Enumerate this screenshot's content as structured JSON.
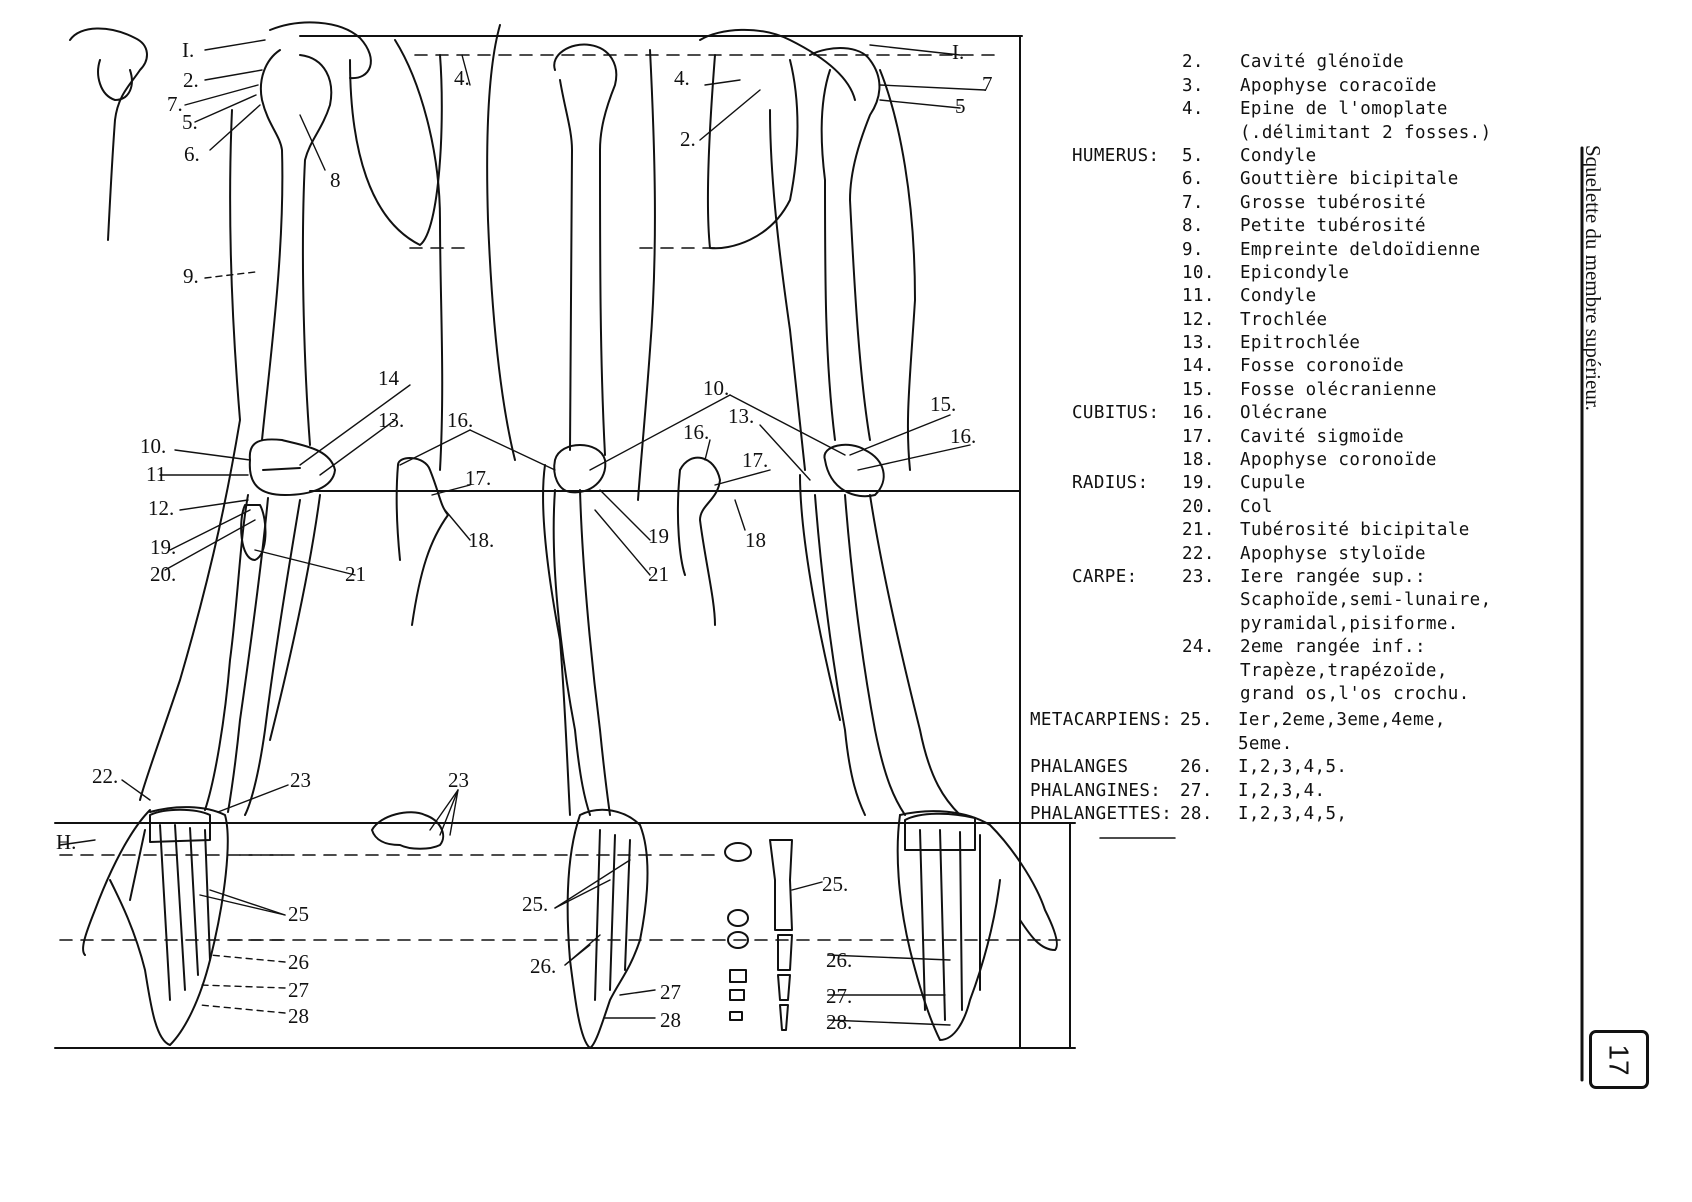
{
  "title": "Squelette du membre supérieur.",
  "page_number": "17",
  "legend": {
    "truncated_first_line": "",
    "rows": [
      {
        "category": "",
        "num": "2.",
        "text": "Cavité glénoïde"
      },
      {
        "category": "",
        "num": "3.",
        "text": "Apophyse coracoïde"
      },
      {
        "category": "",
        "num": "4.",
        "text": "Epine de l'omoplate"
      },
      {
        "category": "",
        "num": "",
        "text": "(.délimitant 2 fosses.)"
      },
      {
        "category": "HUMERUS:",
        "num": "5.",
        "text": "Condyle"
      },
      {
        "category": "",
        "num": "6.",
        "text": "Gouttière bicipitale"
      },
      {
        "category": "",
        "num": "7.",
        "text": "Grosse tubérosité"
      },
      {
        "category": "",
        "num": "8.",
        "text": "Petite tubérosité"
      },
      {
        "category": "",
        "num": "9.",
        "text": "Empreinte deldoïdienne"
      },
      {
        "category": "",
        "num": "10.",
        "text": "Epicondyle"
      },
      {
        "category": "",
        "num": "11.",
        "text": "Condyle"
      },
      {
        "category": "",
        "num": "12.",
        "text": "Trochlée"
      },
      {
        "category": "",
        "num": "13.",
        "text": "Epitrochlée"
      },
      {
        "category": "",
        "num": "14.",
        "text": "Fosse coronoïde"
      },
      {
        "category": "",
        "num": "15.",
        "text": "Fosse olécranienne"
      },
      {
        "category": "CUBITUS:",
        "num": "16.",
        "text": "Olécrane"
      },
      {
        "category": "",
        "num": "17.",
        "text": "Cavité sigmoïde"
      },
      {
        "category": "",
        "num": "18.",
        "text": "Apophyse coronoïde"
      },
      {
        "category": "RADIUS:",
        "num": "19.",
        "text": "Cupule"
      },
      {
        "category": "",
        "num": "20.",
        "text": "Col"
      },
      {
        "category": "",
        "num": "21.",
        "text": "Tubérosité bicipitale"
      },
      {
        "category": "",
        "num": "22.",
        "text": "Apophyse styloïde"
      },
      {
        "category": "CARPE:",
        "num": "23.",
        "text": "Iere rangée sup.:"
      },
      {
        "category": "",
        "num": "",
        "text": "Scaphoïde,semi-lunaire,"
      },
      {
        "category": "",
        "num": "",
        "text": "pyramidal,pisiforme."
      },
      {
        "category": "",
        "num": "24.",
        "text": "2eme rangée inf.:"
      },
      {
        "category": "",
        "num": "",
        "text": "Trapèze,trapézoïde,"
      },
      {
        "category": "",
        "num": "",
        "text": "grand os,l'os crochu."
      }
    ],
    "rows2": [
      {
        "category": "METACARPIENS:",
        "num": "25.",
        "text": "Ier,2eme,3eme,4eme,"
      },
      {
        "category": "",
        "num": "",
        "text": "5eme."
      },
      {
        "category": "PHALANGES",
        "num": "26.",
        "text": "I,2,3,4,5."
      },
      {
        "category": "PHALANGINES:",
        "num": "27.",
        "text": "I,2,3,4."
      },
      {
        "category": "PHALANGETTES:",
        "num": "28.",
        "text": "I,2,3,4,5,"
      }
    ]
  },
  "labels": [
    {
      "id": "l1a",
      "text": "I."
    },
    {
      "id": "l2a",
      "text": "2."
    },
    {
      "id": "l7a",
      "text": "7."
    },
    {
      "id": "l5a",
      "text": "5."
    },
    {
      "id": "l6a",
      "text": "6."
    },
    {
      "id": "l8a",
      "text": "8"
    },
    {
      "id": "l9a",
      "text": "9."
    },
    {
      "id": "l4a",
      "text": "4."
    },
    {
      "id": "l4b",
      "text": "4."
    },
    {
      "id": "l2b",
      "text": "2."
    },
    {
      "id": "l1b",
      "text": "I."
    },
    {
      "id": "l7b",
      "text": "7"
    },
    {
      "id": "l5b",
      "text": "5"
    },
    {
      "id": "l14a",
      "text": "14"
    },
    {
      "id": "l13a",
      "text": "13."
    },
    {
      "id": "l10a",
      "text": "10."
    },
    {
      "id": "l11a",
      "text": "11"
    },
    {
      "id": "l12a",
      "text": "12."
    },
    {
      "id": "l19a",
      "text": "19."
    },
    {
      "id": "l20a",
      "text": "20."
    },
    {
      "id": "l21a",
      "text": "21"
    },
    {
      "id": "l16a",
      "text": "16."
    },
    {
      "id": "l17a",
      "text": "17."
    },
    {
      "id": "l18a",
      "text": "18."
    },
    {
      "id": "l19b",
      "text": "19"
    },
    {
      "id": "l21b",
      "text": "21"
    },
    {
      "id": "l10b",
      "text": "10."
    },
    {
      "id": "l16b",
      "text": "16."
    },
    {
      "id": "l17b",
      "text": "17."
    },
    {
      "id": "l18b",
      "text": "18"
    },
    {
      "id": "l13b",
      "text": "13."
    },
    {
      "id": "l15b",
      "text": "15."
    },
    {
      "id": "l16c",
      "text": "16."
    },
    {
      "id": "l22a",
      "text": "22."
    },
    {
      "id": "l23a",
      "text": "23"
    },
    {
      "id": "l23b",
      "text": "23"
    },
    {
      "id": "l25a",
      "text": "25"
    },
    {
      "id": "l26a",
      "text": "26"
    },
    {
      "id": "l27a",
      "text": "27"
    },
    {
      "id": "l28a",
      "text": "28"
    },
    {
      "id": "l25b",
      "text": "25."
    },
    {
      "id": "l26b",
      "text": "26."
    },
    {
      "id": "l27b",
      "text": "27"
    },
    {
      "id": "l28b",
      "text": "28"
    },
    {
      "id": "l25c",
      "text": "25."
    },
    {
      "id": "l26c",
      "text": "26."
    },
    {
      "id": "l27c",
      "text": "27."
    },
    {
      "id": "l28c",
      "text": "28."
    },
    {
      "id": "lH",
      "text": "H."
    }
  ]
}
